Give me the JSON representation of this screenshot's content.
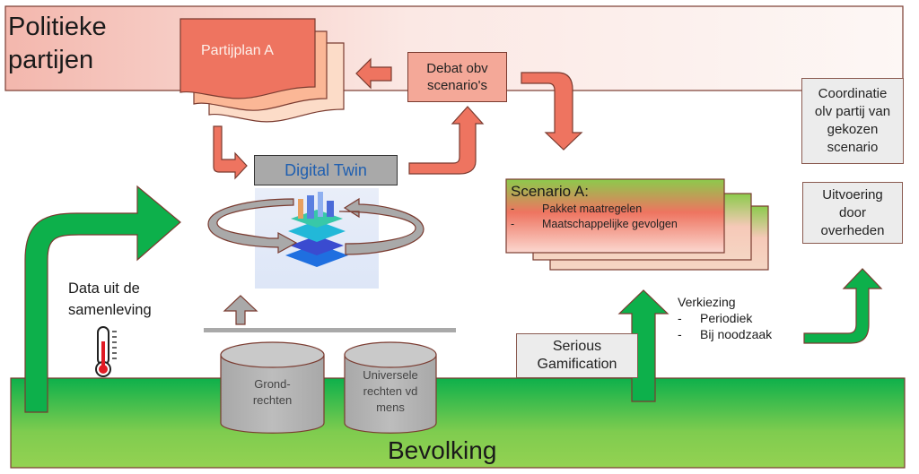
{
  "diagram": {
    "top_band": {
      "label_line1": "Politieke",
      "label_line2": "partijen"
    },
    "bottom_band": {
      "label": "Bevolking"
    },
    "party_plan": {
      "label": "Partijplan A"
    },
    "debate_box": {
      "line1": "Debat obv",
      "line2": "scenario's"
    },
    "digital_twin": {
      "label": "Digital Twin"
    },
    "coordination_box": {
      "line1": "Coordinatie",
      "line2": "olv partij van",
      "line3": "gekozen",
      "line4": "scenario"
    },
    "execution_box": {
      "line1": "Uitvoering",
      "line2": "door",
      "line3": "overheden"
    },
    "scenario": {
      "title": "Scenario A:",
      "items": [
        "Pakket maatregelen",
        "Maatschappelijke gevolgen"
      ]
    },
    "data_label": {
      "line1": "Data uit de",
      "line2": "samenleving"
    },
    "election": {
      "title": "Verkiezing",
      "items": [
        "Periodiek",
        "Bij noodzaak"
      ]
    },
    "gamification_box": {
      "line1": "Serious",
      "line2": "Gamification"
    },
    "cylinders": [
      {
        "line1": "Grond-",
        "line2": "rechten"
      },
      {
        "line1": "Universele",
        "line2": "rechten vd",
        "line3": "mens"
      }
    ],
    "icons": [
      "thermometer-icon",
      "digital-twin-city-icon",
      "cycle-arrows-icon"
    ],
    "colors": {
      "red_accent": "#ee7460",
      "green_accent": "#0db04b",
      "digital_twin_text": "#1f5fb0",
      "outline": "#7a3b30"
    }
  }
}
